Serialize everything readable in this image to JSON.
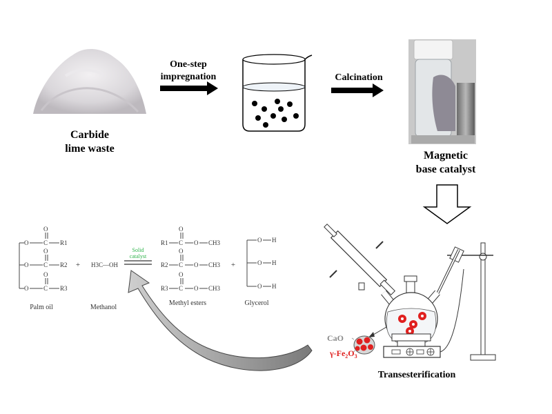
{
  "steps": {
    "raw_material": {
      "line1": "Carbide",
      "line2": "lime  waste"
    },
    "step1": {
      "line1": "One-step",
      "line2": "impregnation"
    },
    "step2": {
      "label": "Calcination"
    },
    "product": {
      "line1": "Magnetic",
      "line2": "base catalyst"
    },
    "process": {
      "label": "Transesterification"
    }
  },
  "catalyst_parts": {
    "support": "CaO",
    "core": "γ-Fe",
    "core_sub1": "2",
    "core_mid": "O",
    "core_sub2": "3"
  },
  "reaction": {
    "reactant1_name": "Palm oil",
    "reactant2_name": "Methanol",
    "methanol_formula": "H3C—OH",
    "plus": "+",
    "catalyst_line1": "Solid",
    "catalyst_line2": "catalyst",
    "product1_name": "Methyl esters",
    "product2_name": "Glycerol",
    "o": "O",
    "c": "C",
    "h": "H",
    "r1": "R1",
    "r2": "R2",
    "r3": "R3",
    "ch3": "CH3"
  },
  "colors": {
    "catalyst_text": "#2db34a",
    "iron_oxide": "#e0201f",
    "support_text": "#8a8a8a",
    "curved_arrow": "#9a9a9a"
  }
}
